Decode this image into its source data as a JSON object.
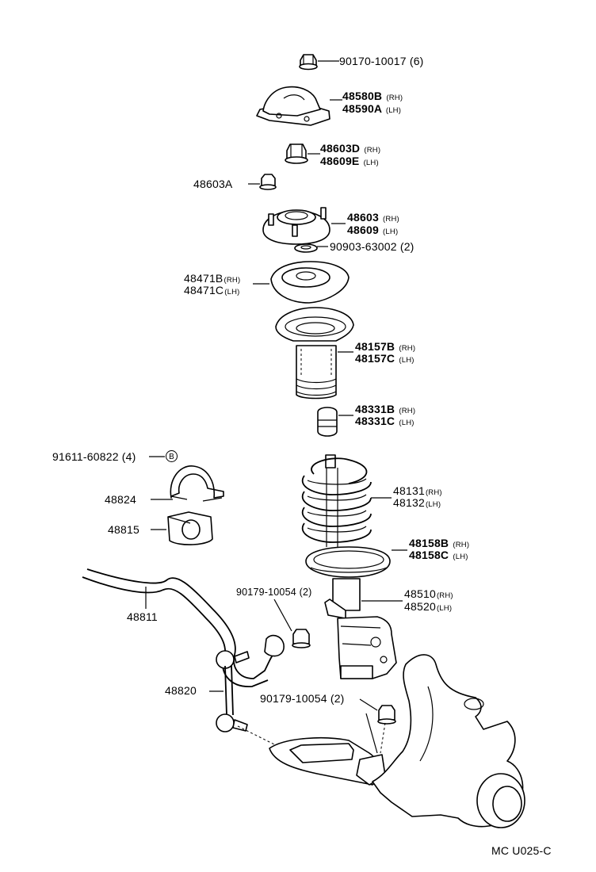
{
  "callouts": [
    {
      "id": "nut-top",
      "code": "90170-10017",
      "qty": "(6)"
    },
    {
      "id": "cover-rh",
      "code": "48580B",
      "side": "(RH)"
    },
    {
      "id": "cover-lh",
      "code": "48590A",
      "side": "(LH)"
    },
    {
      "id": "nut-rh",
      "code": "48603D",
      "side": "(RH)"
    },
    {
      "id": "nut-lh",
      "code": "48609E",
      "side": "(LH)"
    },
    {
      "id": "nut-a",
      "code": "48603A"
    },
    {
      "id": "support-rh",
      "code": "48603",
      "side": "(RH)"
    },
    {
      "id": "support-lh",
      "code": "48609",
      "side": "(LH)"
    },
    {
      "id": "bearing",
      "code": "90903-63002",
      "qty": "(2)"
    },
    {
      "id": "seat-rh",
      "code": "48471B",
      "side": "(RH)"
    },
    {
      "id": "seat-lh",
      "code": "48471C",
      "side": "(LH)"
    },
    {
      "id": "boot-rh",
      "code": "48157B",
      "side": "(RH)"
    },
    {
      "id": "boot-lh",
      "code": "48157C",
      "side": "(LH)"
    },
    {
      "id": "bumper-rh",
      "code": "48331B",
      "side": "(RH)"
    },
    {
      "id": "bumper-lh",
      "code": "48331C",
      "side": "(LH)"
    },
    {
      "id": "bolt-b",
      "code": "91611-60822",
      "qty": "(4)",
      "ref": "B"
    },
    {
      "id": "bracket",
      "code": "48824"
    },
    {
      "id": "bushing",
      "code": "48815"
    },
    {
      "id": "spring-rh",
      "code": "48131",
      "side": "(RH)"
    },
    {
      "id": "spring-lh",
      "code": "48132",
      "side": "(LH)"
    },
    {
      "id": "insulator-rh",
      "code": "48158B",
      "side": "(RH)"
    },
    {
      "id": "insulator-lh",
      "code": "48158C",
      "side": "(LH)"
    },
    {
      "id": "nut-link",
      "code": "90179-10054",
      "qty": "(2)"
    },
    {
      "id": "strut-rh",
      "code": "48510",
      "side": "(RH)"
    },
    {
      "id": "strut-lh",
      "code": "48520",
      "side": "(LH)"
    },
    {
      "id": "stabilizer-bar",
      "code": "48811"
    },
    {
      "id": "stabilizer-link",
      "code": "48820"
    },
    {
      "id": "nut-link-2",
      "code": "90179-10054",
      "qty": "(2)"
    }
  ],
  "footer": {
    "code": "MC  U025-C"
  }
}
